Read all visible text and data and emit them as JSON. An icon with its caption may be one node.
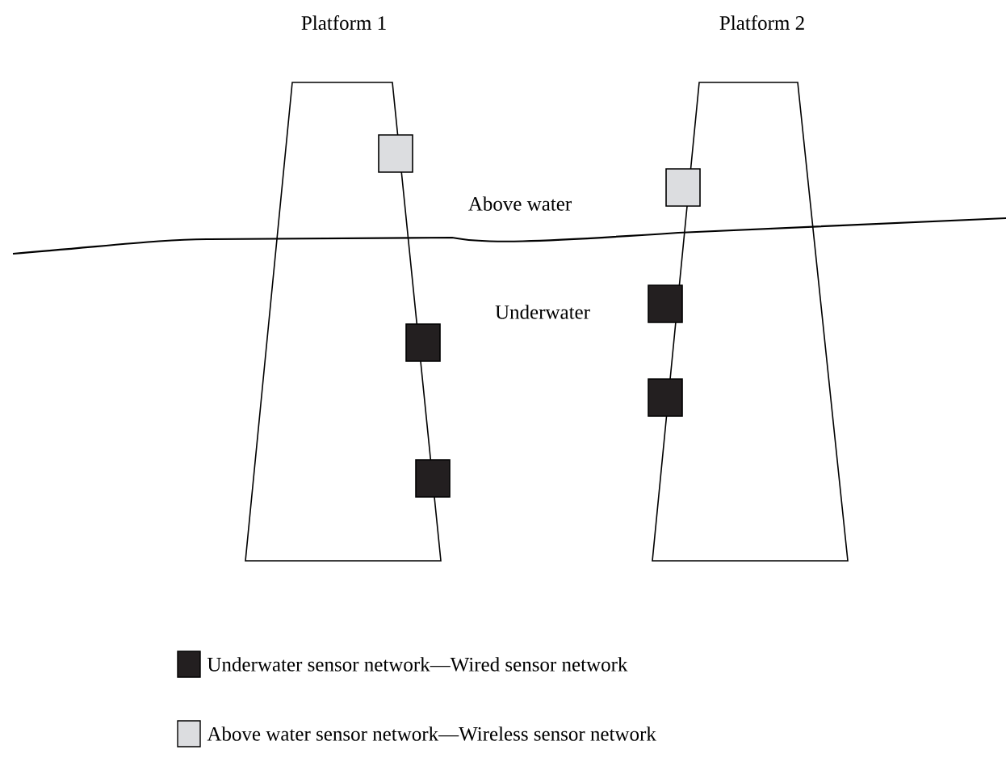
{
  "diagram": {
    "nodes": [
      {
        "text": [
          "Platform 1"
        ]
      },
      {
        "text": [],
        "shape": "box",
        "in": 0
      },
      {
        "text": [],
        "shape": "box",
        "in": 0
      },
      {
        "text": [],
        "shape": "box",
        "in": 0
      },
      {
        "text": [
          "Platform 2"
        ]
      },
      {
        "text": [],
        "shape": "box",
        "in": 4
      },
      {
        "text": [],
        "shape": "box",
        "in": 4
      },
      {
        "text": [],
        "shape": "box",
        "in": 4
      }
    ],
    "edges": [],
    "labels": [
      "Above water",
      "Underwater"
    ],
    "legend": [
      {
        "text": "Underwater sensor network—Wired sensor network",
        "color": "#231f20"
      },
      {
        "text": "Above water sensor network—Wireless sensor network",
        "color": "#dcdde0"
      }
    ]
  }
}
